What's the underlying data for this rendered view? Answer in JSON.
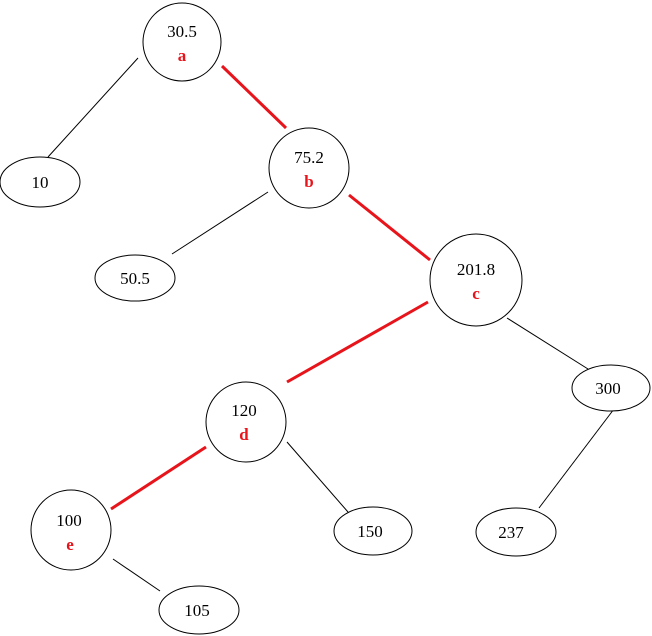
{
  "colors": {
    "highlight": "#e8141b",
    "line": "#000000",
    "background": "#ffffff"
  },
  "nodes": {
    "n30_5": {
      "value": "30.5",
      "label": "a"
    },
    "n10": {
      "value": "10"
    },
    "n75_2": {
      "value": "75.2",
      "label": "b"
    },
    "n50_5": {
      "value": "50.5"
    },
    "n201_8": {
      "value": "201.8",
      "label": "c"
    },
    "n300": {
      "value": "300"
    },
    "n120": {
      "value": "120",
      "label": "d"
    },
    "n150": {
      "value": "150"
    },
    "n237": {
      "value": "237"
    },
    "n100": {
      "value": "100",
      "label": "e"
    },
    "n105": {
      "value": "105"
    }
  },
  "edges": [
    {
      "from": "n30_5",
      "to": "n10",
      "highlighted": false
    },
    {
      "from": "n30_5",
      "to": "n75_2",
      "highlighted": true
    },
    {
      "from": "n75_2",
      "to": "n50_5",
      "highlighted": false
    },
    {
      "from": "n75_2",
      "to": "n201_8",
      "highlighted": true
    },
    {
      "from": "n201_8",
      "to": "n120",
      "highlighted": true
    },
    {
      "from": "n201_8",
      "to": "n300",
      "highlighted": false
    },
    {
      "from": "n120",
      "to": "n100",
      "highlighted": true
    },
    {
      "from": "n120",
      "to": "n150",
      "highlighted": false
    },
    {
      "from": "n300",
      "to": "n237",
      "highlighted": false
    },
    {
      "from": "n100",
      "to": "n105",
      "highlighted": false
    }
  ]
}
